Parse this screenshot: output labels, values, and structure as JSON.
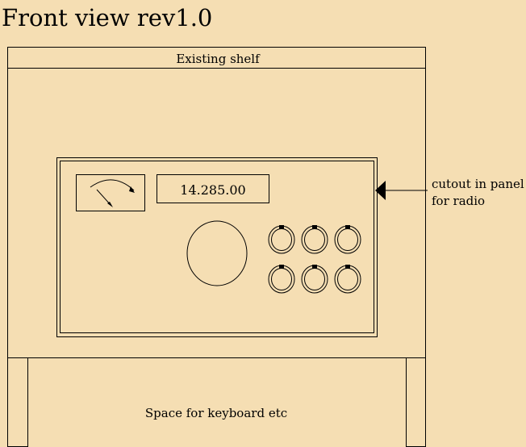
{
  "title": "Front view rev1.0",
  "shelf": {
    "label": "Existing shelf"
  },
  "radio": {
    "frequency": "14.285.00",
    "knob_rows": 2,
    "knobs_per_row": 3
  },
  "annotation": {
    "line1": "cutout in panel",
    "line2": "for radio"
  },
  "lower_space": {
    "label": "Space for keyboard etc"
  },
  "colors": {
    "background": "#f5deb3",
    "stroke": "#000000"
  }
}
